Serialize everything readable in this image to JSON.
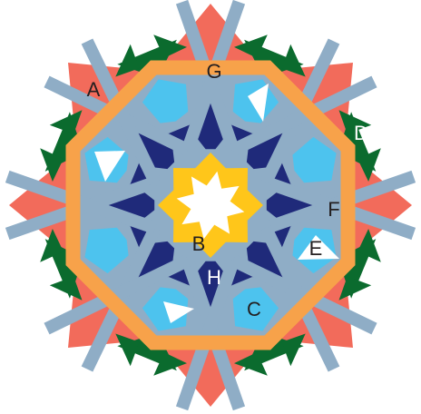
{
  "colors": {
    "background": "#ffffff",
    "salmon": "#f26b5b",
    "dark_green": "#0b6b2e",
    "orange": "#f7a24a",
    "steel_band": "#8fadc6",
    "light_blue": "#4dc3ee",
    "navy": "#1f2a7a",
    "lime": "#8bcf3a",
    "gold": "#ffc61a",
    "white": "#ffffff",
    "label_dark": "#231f20",
    "label_light": "#ffffff"
  },
  "labels": {
    "A": "A",
    "B": "B",
    "C": "C",
    "D": "D",
    "E": "E",
    "F": "F",
    "G": "G",
    "H": "H"
  }
}
